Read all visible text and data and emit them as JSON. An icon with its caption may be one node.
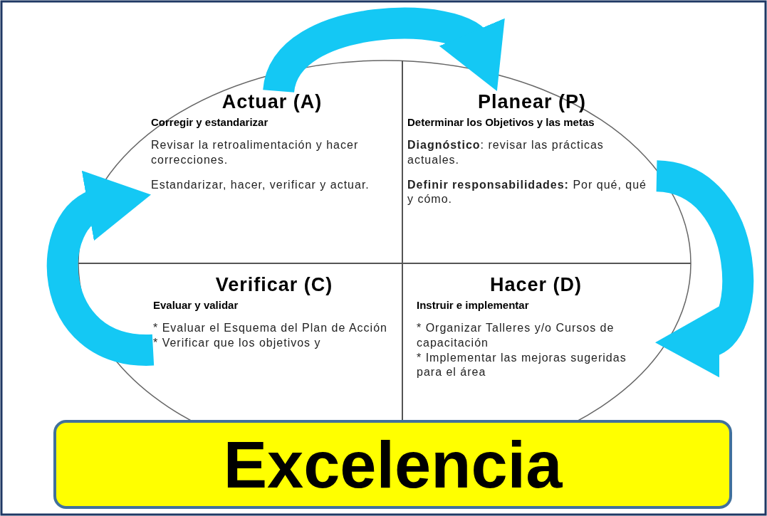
{
  "diagram": {
    "nodes": [
      {
        "text": [
          "Actuar (A)",
          "Corregir y estandarizar",
          "Revisar la retroalimentación y hacer correcciones.",
          "Estandarizar, hacer, verificar y actuar."
        ]
      },
      {
        "text": [
          "Planear (P)",
          "Determinar los Objetivos y las metas",
          "**Diagnóstico**: revisar las prácticas actuales.",
          "**Definir responsabilidades:** Por qué, qué y cómo."
        ]
      },
      {
        "text": [
          "Verificar (C)",
          "Evaluar y validar",
          "* Evaluar el Esquema del Plan de Acción",
          "* Verificar que los objetivos y"
        ]
      },
      {
        "text": [
          "Hacer (D)",
          "Instruir e implementar",
          "* Organizar Talleres y/o Cursos de capacitación",
          "* Implementar las mejoras sugeridas para el área"
        ]
      },
      {
        "text": [
          "Excelencia"
        ]
      }
    ],
    "edges": [
      {
        "from": 0,
        "to": 1,
        "arrow": "to"
      },
      {
        "from": 1,
        "to": 3,
        "arrow": "to"
      },
      {
        "from": 2,
        "to": 0,
        "arrow": "to"
      }
    ]
  }
}
